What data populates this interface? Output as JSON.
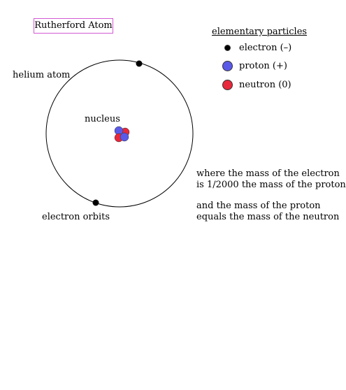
{
  "title": "Rutherford Atom",
  "labels": {
    "helium_atom": "helium atom",
    "nucleus": "nucleus",
    "electron_orbits": "electron orbits"
  },
  "legend": {
    "title": "elementary particles",
    "items": [
      {
        "name": "electron",
        "label": "electron (–)",
        "color": "#000000"
      },
      {
        "name": "proton",
        "label": "proton (+)",
        "color": "#5a5ae8"
      },
      {
        "name": "neutron",
        "label": "neutron (0)",
        "color": "#e8283c"
      }
    ]
  },
  "notes": {
    "line1": "where the mass of the electron",
    "line2": "is 1/2000 the mass of the proton",
    "line3": "and the mass of the proton",
    "line4": "equals the mass of the neutron"
  },
  "colors": {
    "title_border": "#d35ad3",
    "orbit": "#000000",
    "electron": "#000000",
    "proton": "#5a5ae8",
    "neutron": "#e8283c"
  }
}
